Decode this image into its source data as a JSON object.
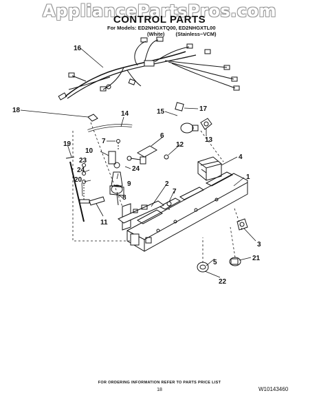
{
  "watermark": "AppliancePartsPros.com",
  "header": {
    "title": "CONTROL PARTS",
    "models": "For Models: ED2NHGXTQ00, ED2NHGXTL00",
    "variant_white": "(White)",
    "variant_stainless": "(Stainless−VCM)"
  },
  "callouts": {
    "c1": "1",
    "c2": "2",
    "c3": "3",
    "c4": "4",
    "c5": "5",
    "c6": "6",
    "c7a": "7",
    "c7b": "7",
    "c8": "8",
    "c9": "9",
    "c10": "10",
    "c11": "11",
    "c12": "12",
    "c13": "13",
    "c14": "14",
    "c15": "15",
    "c16": "16",
    "c17": "17",
    "c18": "18",
    "c19": "19",
    "c20": "20",
    "c21": "21",
    "c22": "22",
    "c23": "23",
    "c24a": "24",
    "c24b": "24"
  },
  "footer": {
    "note": "FOR ORDERING INFORMATION REFER TO PARTS PRICE LIST",
    "page_number": "18",
    "doc_id": "W10143460"
  }
}
